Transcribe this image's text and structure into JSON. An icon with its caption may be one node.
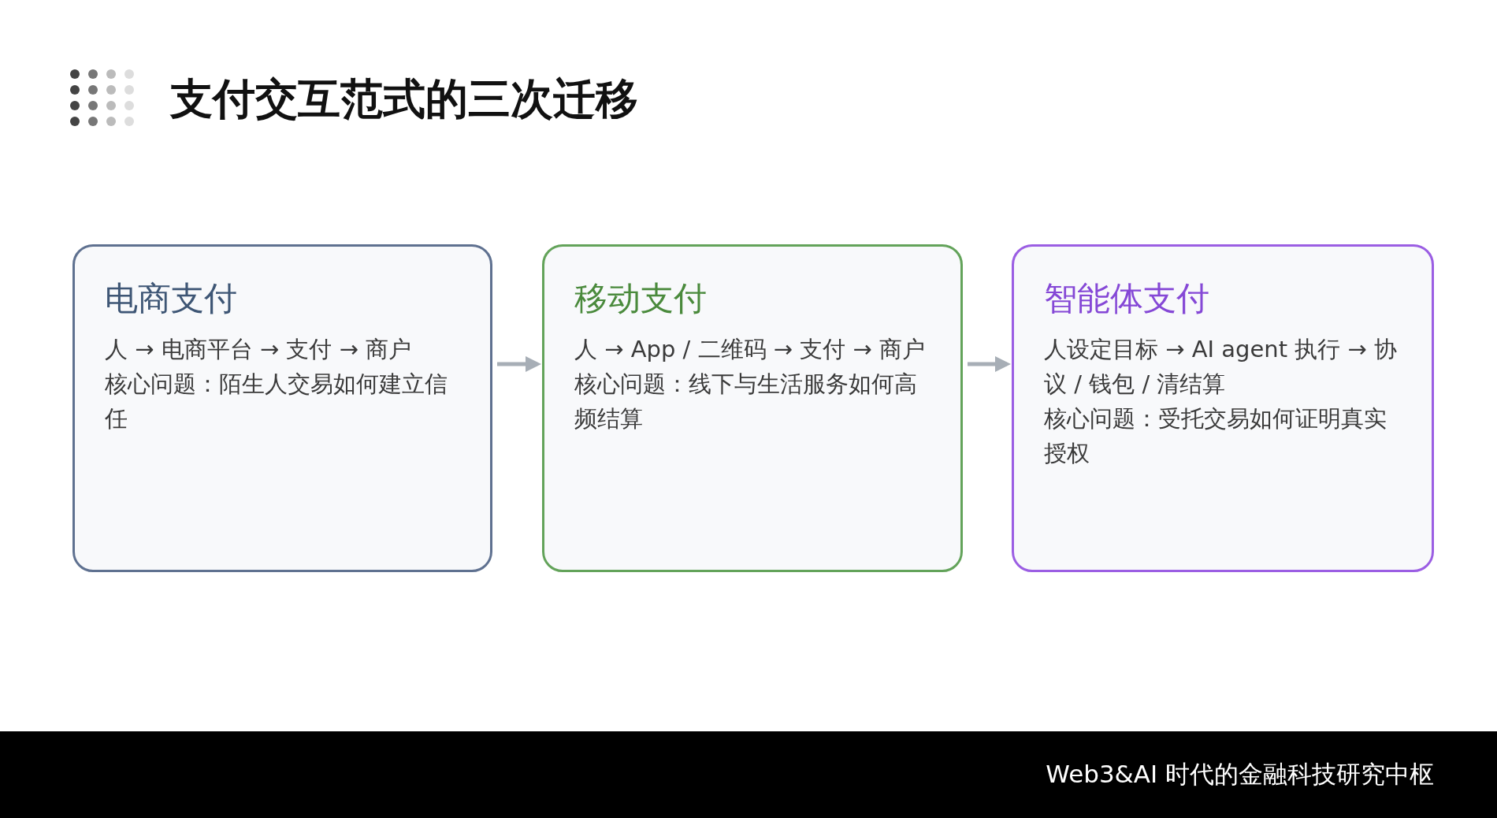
{
  "diagram": {
    "title": "支付交互范式的三次迁移",
    "nodes": [
      {
        "text": [
          "电商支付",
          "人 → 电商平台 → 支付 → 商户",
          "核心问题：陌生人交易如何建立信任"
        ]
      },
      {
        "text": [
          "移动支付",
          "人 → App / 二维码 → 支付 → 商户",
          "核心问题：线下与生活服务如何高频结算"
        ]
      },
      {
        "text": [
          "智能体支付",
          "人设定目标 → AI agent 执行 → 协议 / 钱包 / 清结算",
          "核心问题：受托交易如何证明真实授权"
        ]
      }
    ],
    "edges": [
      {
        "from": 0,
        "to": 1,
        "arrow": "to"
      },
      {
        "from": 1,
        "to": 2,
        "arrow": "to"
      }
    ],
    "labels": [
      "Web3&AI 时代的金融科技研究中枢"
    ]
  }
}
